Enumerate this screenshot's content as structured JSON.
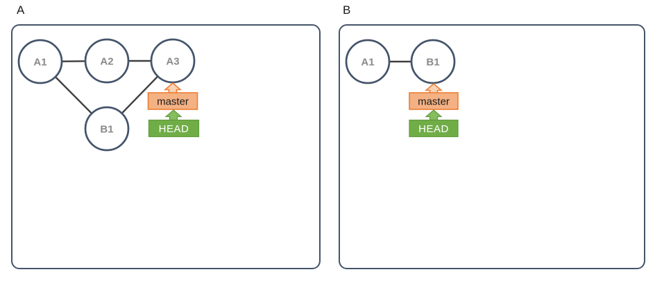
{
  "colors": {
    "panel-border": "#44546A",
    "node-stroke": "#44546A",
    "node-fill": "#FFFFFF",
    "node-label": "#8A8A8A",
    "edge": "#3F3F3F",
    "master-fill": "#F4B183",
    "master-stroke": "#ED7D31",
    "master-arrow-fill": "#F9D3B6",
    "master-text": "#1A1A1A",
    "head-fill": "#70AD47",
    "head-stroke": "#629A3C",
    "head-arrow-fill": "#86BD5F",
    "head-text": "#FFFFFF",
    "title-text": "#1A1A1A",
    "page-bg": "#FFFFFF"
  },
  "panels": [
    {
      "label": "A",
      "nodes": [
        {
          "label": "A1"
        },
        {
          "label": "A2"
        },
        {
          "label": "A3"
        },
        {
          "label": "B1"
        }
      ],
      "edges": [
        [
          "A1",
          "A2"
        ],
        [
          "A2",
          "A3"
        ],
        [
          "A1",
          "B1"
        ],
        [
          "B1",
          "A3"
        ]
      ],
      "branch_label": "master",
      "head_label": "HEAD",
      "branch_points_to": "A3",
      "head_points_to": "master"
    },
    {
      "label": "B",
      "nodes": [
        {
          "label": "A1"
        },
        {
          "label": "B1"
        }
      ],
      "edges": [
        [
          "A1",
          "B1"
        ]
      ],
      "branch_label": "master",
      "head_label": "HEAD",
      "branch_points_to": "B1",
      "head_points_to": "master"
    }
  ]
}
